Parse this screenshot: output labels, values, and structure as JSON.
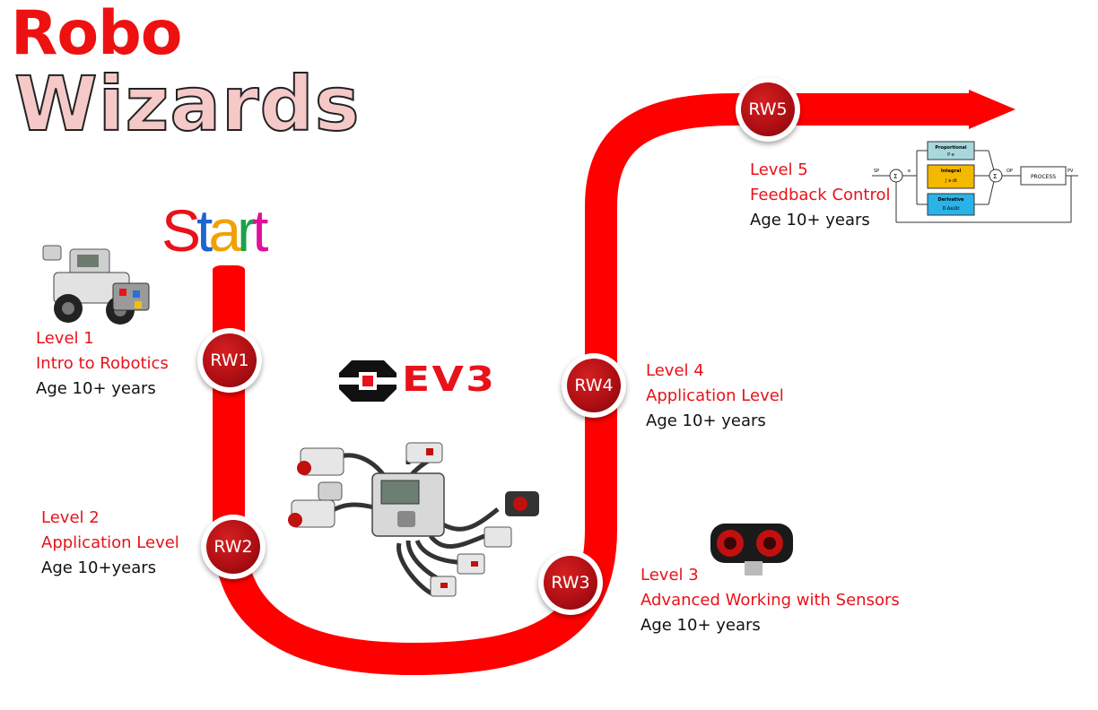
{
  "title": {
    "line1": "Robo",
    "line2": "Wizards"
  },
  "start": {
    "letters": [
      "S",
      "t",
      "a",
      "r",
      "t"
    ],
    "colors": [
      "#e8121a",
      "#1e64d2",
      "#f2a000",
      "#1aa34a",
      "#e0109c"
    ]
  },
  "path": {
    "color": "#ff0000"
  },
  "logo": {
    "text": "EV3"
  },
  "levels": [
    {
      "badge": "RW1",
      "title": "Level 1",
      "subtitle": "Intro to Robotics",
      "age": "Age 10+ years"
    },
    {
      "badge": "RW2",
      "title": "Level 2",
      "subtitle": "Application Level",
      "age": "Age 10+years"
    },
    {
      "badge": "RW3",
      "title": "Level 3",
      "subtitle": "Advanced Working with Sensors",
      "age": "Age 10+ years"
    },
    {
      "badge": "RW4",
      "title": "Level 4",
      "subtitle": "Application Level",
      "age": "Age 10+ years"
    },
    {
      "badge": "RW5",
      "title": "Level 5",
      "subtitle": "Feedback Control",
      "age": "Age 10+ years"
    }
  ],
  "pid": {
    "sp": "SP",
    "e": "e",
    "op": "OP",
    "pv": "PV",
    "proportional": "Proportional",
    "proportional_eq": "P·e",
    "integral": "Integral",
    "integral_eq": "∫ e·dt",
    "derivative": "Derivative",
    "derivative_eq": "D·Δe/Δt",
    "process": "PROCESS",
    "sum": "Σ"
  }
}
